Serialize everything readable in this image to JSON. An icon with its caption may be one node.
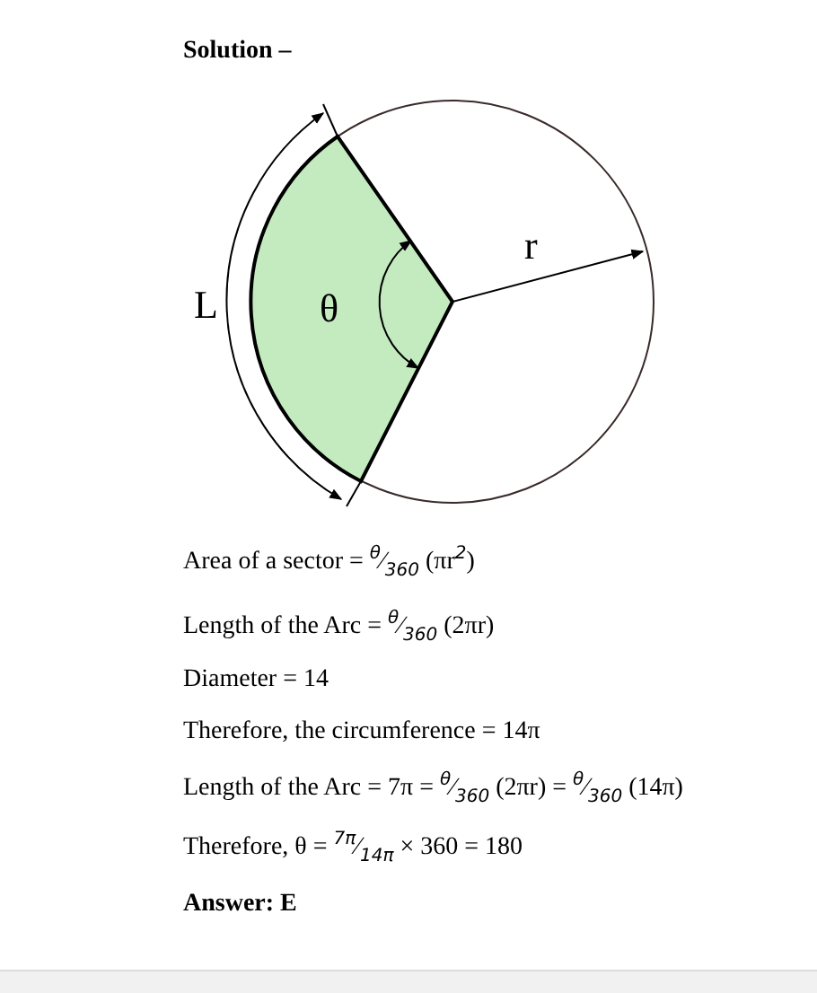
{
  "diagram": {
    "title": "Solution –",
    "labels": [
      "L",
      "θ",
      "r",
      "Area of a sector = $^{θ}$⁄$_{360}$ (πr$^{2}$)",
      "Length of the Arc = $^{θ}$⁄$_{360}$ (2πr)",
      "Diameter = 14",
      "Therefore, the circumference = 14π",
      "Length of the Arc = 7π = $^{θ}$⁄$_{360}$ (2πr) = $^{θ}$⁄$_{360}$ (14π)",
      "Therefore, θ = $^{7π}$⁄$_{14π}$ × 360 = 180",
      "Answer: E"
    ]
  }
}
